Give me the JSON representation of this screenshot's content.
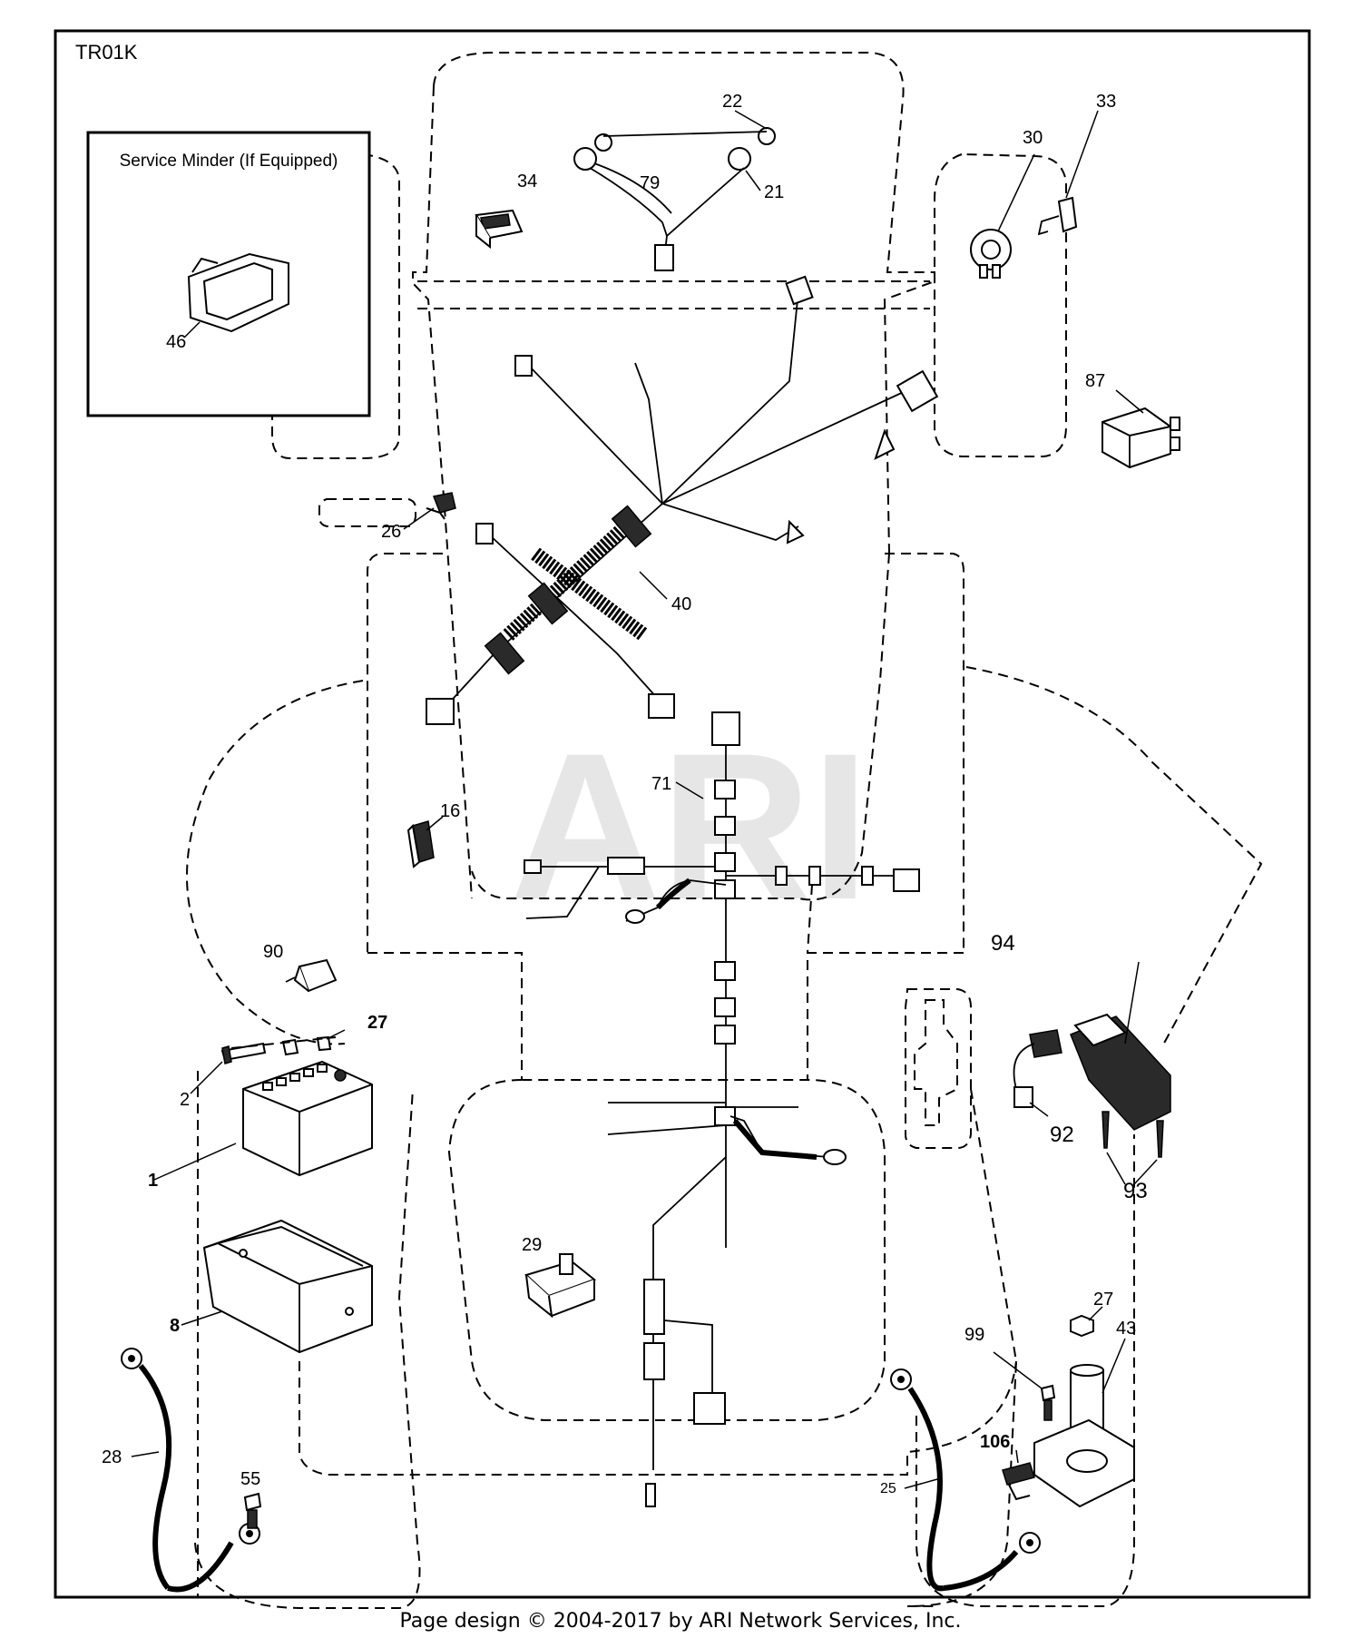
{
  "diagram_code": "TR01K",
  "watermark": "ARI",
  "service_minder": {
    "title": "Service Minder (If Equipped)",
    "part_number": "46"
  },
  "callouts": {
    "p22": "22",
    "p79": "79",
    "p21": "21",
    "p34": "34",
    "p30": "30",
    "p33": "33",
    "p87": "87",
    "p26": "26",
    "p40": "40",
    "p71": "71",
    "p16": "16",
    "p90": "90",
    "p27a": "27",
    "p2": "2",
    "p1": "1",
    "p8": "8",
    "p28": "28",
    "p55": "55",
    "p29": "29",
    "p94": "94",
    "p92": "92",
    "p93": "93",
    "p27b": "27",
    "p43": "43",
    "p99": "99",
    "p106": "106",
    "p25": "25"
  },
  "footer": "Page design © 2004-2017 by ARI Network Services, Inc."
}
